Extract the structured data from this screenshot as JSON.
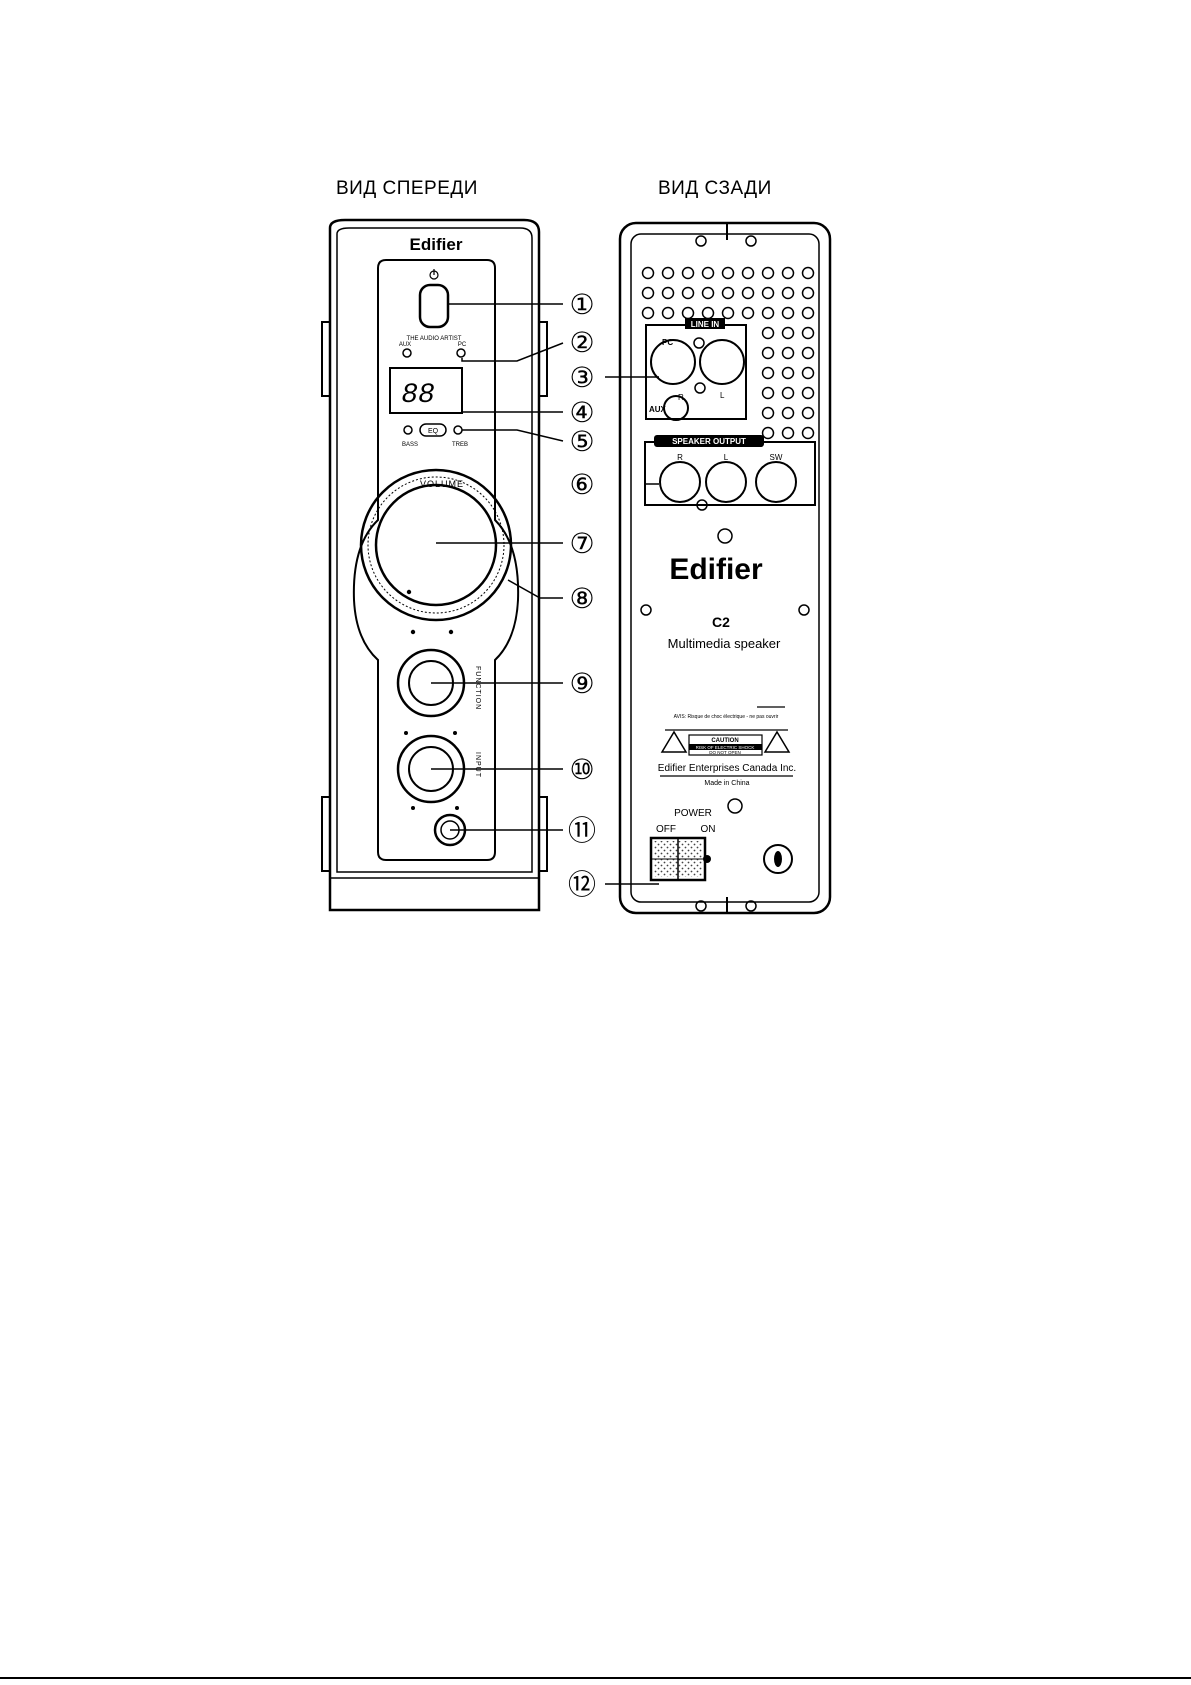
{
  "figure": {
    "front_title": "ВИД СПЕРЕДИ",
    "rear_title": "ВИД СЗАДИ",
    "brand": "Edifier",
    "front_panel": {
      "tagline": "THE AUDIO ARTIST",
      "aux_label": "AUX",
      "pc_label": "PC",
      "display_text": "88",
      "eq_label": "EQ",
      "bass_label": "BASS",
      "treb_label": "TREB",
      "volume_label": "VOLUME",
      "function_label": "FUNCTION",
      "input_label": "INPUT"
    },
    "rear_panel": {
      "line_in_label": "LINE IN",
      "pc_label": "PC",
      "r_label": "R",
      "l_label": "L",
      "aux_label": "AUX",
      "speaker_output_label": "SPEAKER OUTPUT",
      "out_r_label": "R",
      "out_l_label": "L",
      "out_sw_label": "SW",
      "model": "C2",
      "description": "Multimedia speaker",
      "warning_text": "AVIS: Risque de choc électrique - ne pas ouvrir",
      "caution_title": "CAUTION",
      "caution_line1": "RISK OF ELECTRIC SHOCK",
      "caution_line2": "DO NOT OPEN",
      "company": "Edifier Enterprises Canada Inc.",
      "made_in": "Made in China",
      "power_label": "POWER",
      "off_label": "OFF",
      "on_label": "ON"
    },
    "callouts": [
      "①",
      "②",
      "③",
      "④",
      "⑤",
      "⑥",
      "⑦",
      "⑧",
      "⑨",
      "⑩",
      "⑪",
      "⑫"
    ]
  }
}
